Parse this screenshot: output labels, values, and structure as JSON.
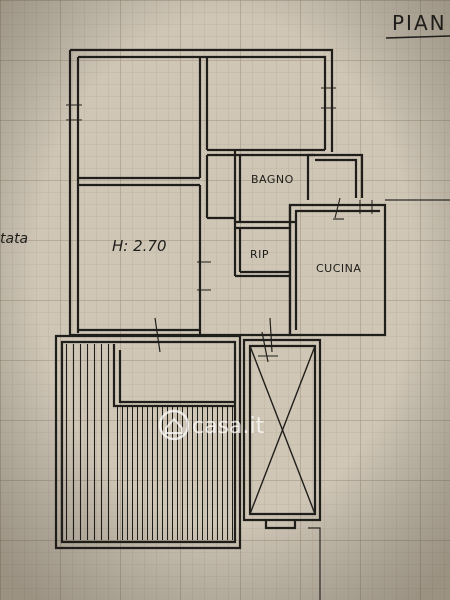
{
  "sheet": {
    "title": "PIAN",
    "side_note": "tata"
  },
  "rooms": {
    "main_height": "H: 2.70",
    "bathroom": "BAGNO",
    "storage": "RIP",
    "kitchen": "CUCINA"
  },
  "watermark": {
    "text": "casa.it"
  },
  "colors": {
    "paper": "#cfc6b6",
    "grid": "#a89c89",
    "ink": "#1f1e1b"
  }
}
